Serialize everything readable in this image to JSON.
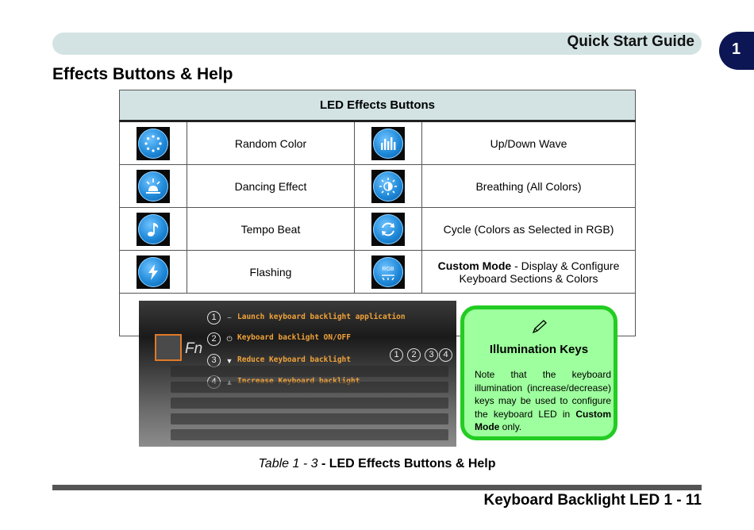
{
  "header": {
    "title": "Quick Start Guide",
    "chapter": "1"
  },
  "section_title": "Effects Buttons & Help",
  "table": {
    "heading": "LED Effects Buttons",
    "rows": [
      {
        "left_icon": "random-color-icon",
        "left_label": "Random Color",
        "right_icon": "wave-icon",
        "right_label": "Up/Down Wave"
      },
      {
        "left_icon": "dancing-icon",
        "left_label": "Dancing Effect",
        "right_icon": "breathing-icon",
        "right_label": "Breathing (All Colors)"
      },
      {
        "left_icon": "music-note-icon",
        "left_label": "Tempo Beat",
        "right_icon": "cycle-icon",
        "right_label": "Cycle (Colors as Selected in RGB)"
      },
      {
        "left_icon": "lightning-icon",
        "left_label": "Flashing",
        "right_icon": "rgb-icon",
        "right_label_bold": "Custom Mode",
        "right_label_rest": " - Display & Configure Keyboard Sections & Colors",
        "rgb_text": "RGB"
      }
    ]
  },
  "keyboard_image": {
    "fn_label": "Fn",
    "lines": [
      {
        "num": "1",
        "text": "Launch keyboard backlight application"
      },
      {
        "num": "2",
        "text": "Keyboard backlight ON/OFF"
      },
      {
        "num": "3",
        "text": "Reduce Keyboard backlight"
      },
      {
        "num": "4",
        "text": "Increase Keyboard backlight"
      }
    ],
    "key_numbers": [
      "1",
      "2",
      "3",
      "4"
    ]
  },
  "note": {
    "icon": "pencil-icon",
    "title": "Illumination Keys",
    "body_pre": "Note that the keyboard illumination (increase/decrease) keys may be used to configure the keyboard LED in ",
    "body_bold": "Custom Mode",
    "body_post": " only."
  },
  "caption": {
    "italic": "Table 1 - 3",
    "bold": " - LED Effects Buttons & Help"
  },
  "footer": {
    "title": "Keyboard Backlight LED 1 - 11"
  },
  "colors": {
    "header_bar": "#d3e3e3",
    "chapter_tab": "#0d1654",
    "note_bg": "#9dff9d",
    "note_border": "#22cc22",
    "icon_blue": "#1e88d8",
    "kb_orange": "#f0a23a"
  }
}
